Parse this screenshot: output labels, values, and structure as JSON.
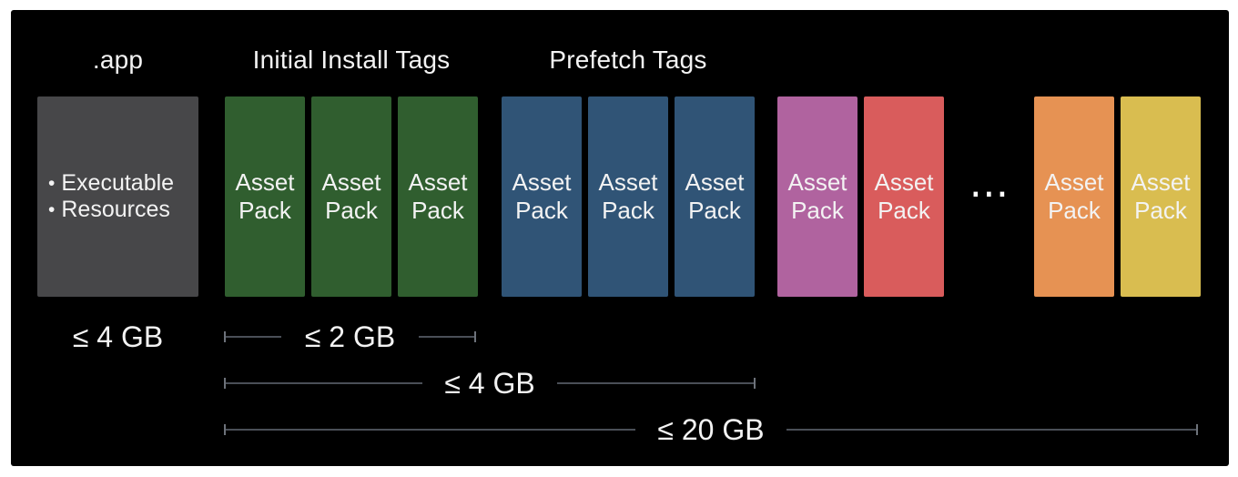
{
  "slide": {
    "page_background": "#ffffff",
    "panel_background": "#000000"
  },
  "headers": {
    "app": ".app",
    "initial_install": "Initial Install Tags",
    "prefetch": "Prefetch Tags"
  },
  "app_box": {
    "color": "#474749",
    "items": [
      {
        "bullet": "•",
        "label": "Executable"
      },
      {
        "bullet": "•",
        "label": "Resources"
      }
    ]
  },
  "packs": [
    {
      "group": "initial-install",
      "line1": "Asset",
      "line2": "Pack",
      "color": "#305e2f"
    },
    {
      "group": "initial-install",
      "line1": "Asset",
      "line2": "Pack",
      "color": "#305e2f"
    },
    {
      "group": "initial-install",
      "line1": "Asset",
      "line2": "Pack",
      "color": "#305e2f"
    },
    {
      "group": "prefetch",
      "line1": "Asset",
      "line2": "Pack",
      "color": "#305476"
    },
    {
      "group": "prefetch",
      "line1": "Asset",
      "line2": "Pack",
      "color": "#305476"
    },
    {
      "group": "prefetch",
      "line1": "Asset",
      "line2": "Pack",
      "color": "#305476"
    },
    {
      "group": "on-demand",
      "line1": "Asset",
      "line2": "Pack",
      "color": "#b0639f"
    },
    {
      "group": "on-demand",
      "line1": "Asset",
      "line2": "Pack",
      "color": "#d95c5c"
    },
    {
      "group": "on-demand",
      "line1": "Asset",
      "line2": "Pack",
      "color": "#e69253"
    },
    {
      "group": "on-demand",
      "line1": "Asset",
      "line2": "Pack",
      "color": "#d9bd50"
    }
  ],
  "ellipsis": "⋯",
  "measurements": {
    "app_size": "≤ 4 GB",
    "initial_install_size": "≤ 2 GB",
    "prefetch_size": "≤ 4 GB",
    "total_size": "≤ 20 GB"
  },
  "colors": {
    "measure_line": "#4a4f57",
    "measure_tick": "#6d727a",
    "label_text": "#f3f3f3",
    "ellipsis_color": "#ffffff"
  }
}
